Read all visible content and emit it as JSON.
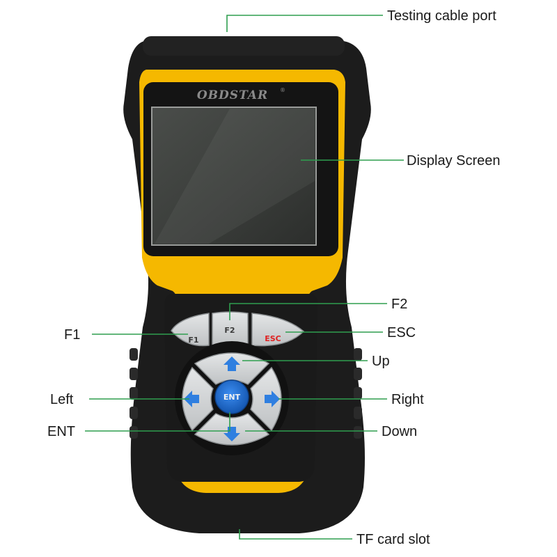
{
  "device": {
    "brand": "OBDSTAR",
    "body_color": "#1c1c1c",
    "frame_color": "#f5b800",
    "screen_color": "#3d3f3d",
    "key_color": "#d6d8d9",
    "ent_color": "#1f6fd1",
    "esc_text_color": "#e02020",
    "leader_color": "#2e9e4f"
  },
  "keys": {
    "f1": "F1",
    "f2": "F2",
    "esc": "ESC",
    "ent": "ENT",
    "up_icon": "arrow-up-icon",
    "down_icon": "arrow-down-icon",
    "left_icon": "arrow-left-icon",
    "right_icon": "arrow-right-icon"
  },
  "callouts": {
    "testing_cable_port": "Testing cable port",
    "display_screen": "Display Screen",
    "f2": "F2",
    "esc": "ESC",
    "f1": "F1",
    "up": "Up",
    "left": "Left",
    "right": "Right",
    "ent": "ENT",
    "down": "Down",
    "tf_card_slot": "TF card slot"
  }
}
